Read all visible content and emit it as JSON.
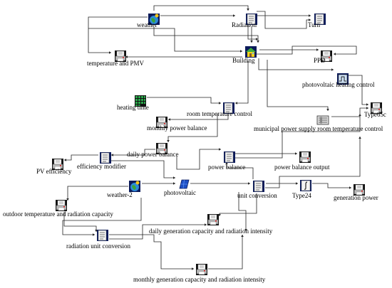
{
  "nodes": [
    {
      "id": "weather",
      "label": "weather",
      "icon": "weather-globe-icon"
    },
    {
      "id": "radiation",
      "label": "Radiation",
      "icon": "document-icon"
    },
    {
      "id": "turn",
      "label": "Turn",
      "icon": "document-icon"
    },
    {
      "id": "temperature_pmv",
      "label": "temperature and PMV",
      "icon": "printer-icon"
    },
    {
      "id": "building",
      "label": "Building",
      "icon": "building-icon"
    },
    {
      "id": "ppd",
      "label": "PPD",
      "icon": "printer-icon"
    },
    {
      "id": "pv_heating_control",
      "label": "photovoltaic heating control",
      "icon": "controller-icon"
    },
    {
      "id": "heating_time",
      "label": "heating time",
      "icon": "calendar-grid-icon"
    },
    {
      "id": "room_temp_control",
      "label": "room temperature control",
      "icon": "document-icon"
    },
    {
      "id": "type65c",
      "label": "Type65c",
      "icon": "printer-icon"
    },
    {
      "id": "monthly_power_balance",
      "label": "monthly power balance",
      "icon": "printer-icon"
    },
    {
      "id": "municipal_supply",
      "label": "municipal power supply room temperature control",
      "icon": "device-icon"
    },
    {
      "id": "daily_power_balance",
      "label": "daily power balance",
      "icon": "printer-icon"
    },
    {
      "id": "pv_efficiency",
      "label": "PV efficiency",
      "icon": "printer-icon"
    },
    {
      "id": "efficiency_modifier",
      "label": "efficiency modifier",
      "icon": "document-icon"
    },
    {
      "id": "power_balance",
      "label": "power balance",
      "icon": "document-icon"
    },
    {
      "id": "power_balance_output",
      "label": "power balance output",
      "icon": "printer-icon"
    },
    {
      "id": "weather2",
      "label": "weather-2",
      "icon": "weather-globe-icon"
    },
    {
      "id": "photovoltaic",
      "label": "photovoltaic",
      "icon": "solar-panel-icon"
    },
    {
      "id": "unit_conversion",
      "label": "unit conversion",
      "icon": "document-icon"
    },
    {
      "id": "type24",
      "label": "Type24",
      "icon": "integrator-icon"
    },
    {
      "id": "generation_power",
      "label": "generation power",
      "icon": "printer-icon"
    },
    {
      "id": "outdoor_temp_radiation",
      "label": "outdoor temperature and radiation capacity",
      "icon": "printer-icon"
    },
    {
      "id": "daily_gen_capacity",
      "label": "daily generation capacity and radiation intensity",
      "icon": "printer-icon"
    },
    {
      "id": "radiation_unit_conversion",
      "label": "radiation unit conversion",
      "icon": "document-icon"
    },
    {
      "id": "monthly_gen_capacity",
      "label": "monthly generation capacity and radiation intensity",
      "icon": "printer-icon"
    }
  ],
  "edges": [
    [
      "weather",
      "radiation"
    ],
    [
      "radiation",
      "turn"
    ],
    [
      "radiation",
      "building"
    ],
    [
      "turn",
      "building"
    ],
    [
      "weather",
      "temperature_pmv"
    ],
    [
      "weather",
      "building"
    ],
    [
      "building",
      "temperature_pmv"
    ],
    [
      "building",
      "ppd"
    ],
    [
      "building",
      "pv_heating_control"
    ],
    [
      "pv_heating_control",
      "type65c"
    ],
    [
      "building",
      "room_temp_control"
    ],
    [
      "heating_time",
      "room_temp_control"
    ],
    [
      "room_temp_control",
      "monthly_power_balance"
    ],
    [
      "room_temp_control",
      "daily_power_balance"
    ],
    [
      "building",
      "municipal_supply"
    ],
    [
      "municipal_supply",
      "type65c"
    ],
    [
      "daily_power_balance",
      "efficiency_modifier"
    ],
    [
      "efficiency_modifier",
      "pv_efficiency"
    ],
    [
      "efficiency_modifier",
      "photovoltaic"
    ],
    [
      "room_temp_control",
      "power_balance"
    ],
    [
      "power_balance",
      "power_balance_output"
    ],
    [
      "power_balance",
      "type65c"
    ],
    [
      "weather2",
      "photovoltaic"
    ],
    [
      "weather2",
      "outdoor_temp_radiation"
    ],
    [
      "photovoltaic",
      "unit_conversion"
    ],
    [
      "unit_conversion",
      "type24"
    ],
    [
      "type24",
      "generation_power"
    ],
    [
      "unit_conversion",
      "power_balance"
    ],
    [
      "unit_conversion",
      "daily_gen_capacity"
    ],
    [
      "weather2",
      "radiation_unit_conversion"
    ],
    [
      "radiation_unit_conversion",
      "daily_gen_capacity"
    ],
    [
      "radiation_unit_conversion",
      "monthly_gen_capacity"
    ],
    [
      "unit_conversion",
      "monthly_gen_capacity"
    ]
  ]
}
